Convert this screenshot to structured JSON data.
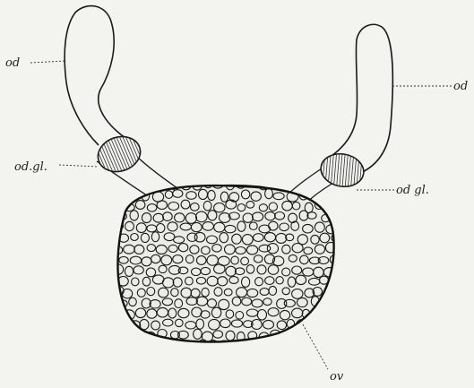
{
  "labels": {
    "oviduct_left": "od",
    "oviduct_right": "od",
    "gland_left": "od.gl.",
    "gland_right": "od gl.",
    "ovary": "ov"
  },
  "colors": {
    "ink": "#1a1a1a",
    "background": "#f3f4f0"
  }
}
